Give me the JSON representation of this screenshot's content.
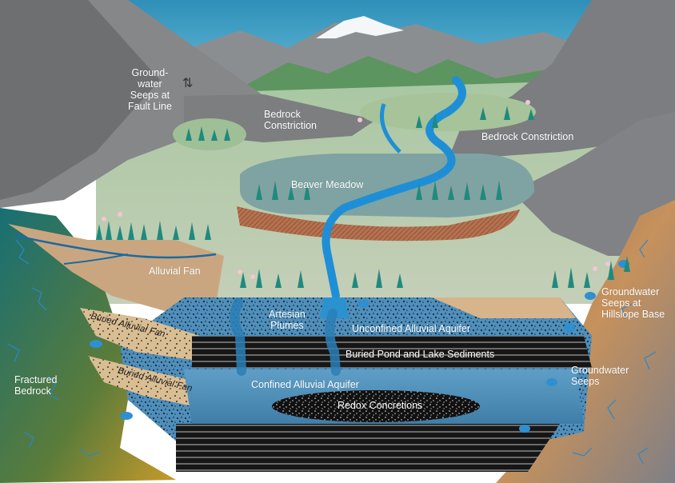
{
  "labels": {
    "fault_seeps": [
      "Ground-",
      "water",
      "Seeps at",
      "Fault Line"
    ],
    "bedrock_constriction_left": [
      "Bedrock",
      "Constriction"
    ],
    "bedrock_constriction_right": "Bedrock Constriction",
    "beaver_meadow": "Beaver Meadow",
    "alluvial_fan": "Alluvial Fan",
    "artesian_plumes": [
      "Artesian",
      "Plumes"
    ],
    "unconfined_aquifer": "Unconfined Alluvial Aquifer",
    "buried_sediments": "Buried Pond  and Lake Sediments",
    "confined_aquifer": "Confined Alluvial Aquifer",
    "redox_concretions": "Redox Concretions",
    "buried_fan_1": "Buried Alluvial Fan",
    "buried_fan_2": "Buried Alluvial Fan",
    "fractured_bedrock": [
      "Fractured",
      "Bedrock"
    ],
    "hillslope_seeps": [
      "Groundwater",
      "Seeps at",
      "Hillslope Base"
    ],
    "groundwater_seeps": [
      "Groundwater",
      "Seeps"
    ]
  },
  "colors": {
    "sky": "#3f9fc2",
    "mountain_grey": "#8a8c8e",
    "valley_green": "#b8c9a8",
    "river": "#1e8fd6",
    "aquifer_blue": "#4f95c2",
    "bedrock_left": "#1f7a78",
    "bedrock_right": "#c58a55",
    "peat_brown": "#b06a4a",
    "fan_tan": "#d8b48a"
  }
}
